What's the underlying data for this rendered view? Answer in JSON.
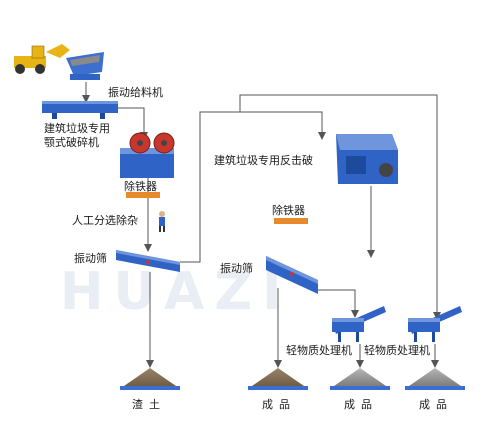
{
  "labels": {
    "feeder": "振动给料机",
    "jaw_crusher_1": "建筑垃圾专用",
    "jaw_crusher_2": "颚式破碎机",
    "iron_remover_1": "除铁器",
    "manual_sorting": "人工分选除杂",
    "screen_1": "振动筛",
    "impact_crusher": "建筑垃圾专用反击破",
    "iron_remover_2": "除铁器",
    "screen_2": "振动筛",
    "light_processor_1": "轻物质处理机",
    "light_processor_2": "轻物质处理机"
  },
  "outputs": {
    "residue": "渣土",
    "product_1": "成品",
    "product_2": "成品",
    "product_3": "成品"
  },
  "watermark": "HUAZI",
  "colors": {
    "equipment_blue": "#2f63c6",
    "crusher_red": "#c8372d",
    "magnet_orange": "#e8892b",
    "loader_yellow": "#e8b315",
    "flow_line": "#555555"
  }
}
